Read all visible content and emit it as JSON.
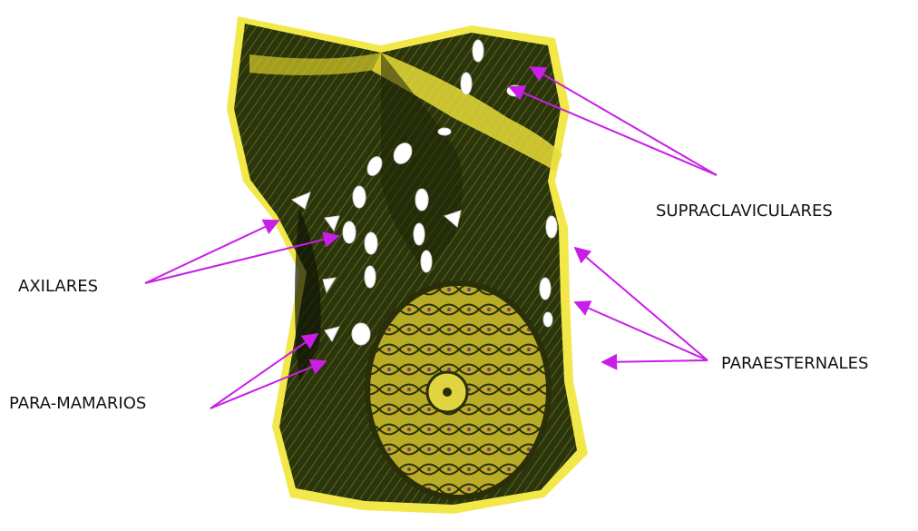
{
  "labels": {
    "supraclaviculares": "SUPRACLAVICULARES",
    "axilares": "AXILARES",
    "paraesternales": "PARAESTERNALES",
    "paramamarios": "PARA-MAMARIOS"
  },
  "colors": {
    "arrow": "#c81ee6",
    "tissue_dark": "#1e2408",
    "tissue_green": "#4a5a12",
    "highlight_yellow": "#f2e84a",
    "node_white": "#ffffff",
    "areola_yellow": "#d8cc3a"
  },
  "node_icon": "white-oval-lymph-node"
}
